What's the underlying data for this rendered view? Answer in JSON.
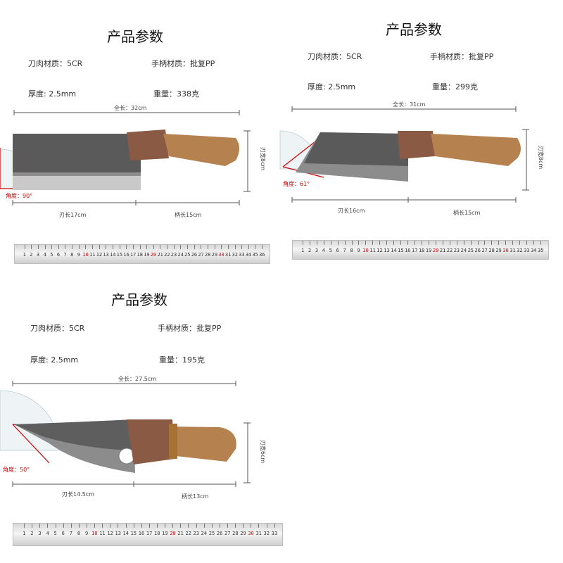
{
  "panels": [
    {
      "title": "产品参数",
      "blade_material": "刀肉材质：5CR",
      "handle_material": "手柄材质：批复PP",
      "thickness": "厚度: 2.5mm",
      "weight": "重量：338克",
      "total_length": "全长：32cm",
      "blade_length": "刃长17cm",
      "handle_length": "柄长15cm",
      "blade_width": "刃宽8cm",
      "angle": "角度：90°",
      "ruler_max": 36
    },
    {
      "title": "产品参数",
      "blade_material": "刀肉材质：5CR",
      "handle_material": "手柄材质：批复PP",
      "thickness": "厚度: 2.5mm",
      "weight": "重量：299克",
      "total_length": "全长：31cm",
      "blade_length": "刃长16cm",
      "handle_length": "柄长15cm",
      "blade_width": "刃宽8cm",
      "angle": "角度：61°",
      "ruler_max": 35
    },
    {
      "title": "产品参数",
      "blade_material": "刀肉材质：5CR",
      "handle_material": "手柄材质：批复PP",
      "thickness": "厚度: 2.5mm",
      "weight": "重量：195克",
      "total_length": "全长：27.5cm",
      "blade_length": "刃长14.5cm",
      "handle_length": "柄长13cm",
      "blade_width": "刃宽6cm",
      "angle": "角度：50°",
      "ruler_max": 33
    }
  ],
  "colors": {
    "blade": "#9a9a9a",
    "blade_dark": "#3a3a3a",
    "handle_wood": "#b5814e",
    "bolster": "#8a5a45",
    "angle_red": "#cc0000"
  }
}
